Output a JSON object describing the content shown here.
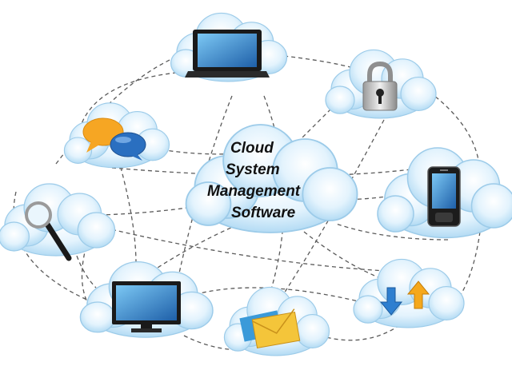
{
  "diagram": {
    "center_label_lines": [
      "Cloud",
      "System",
      "Management",
      "Software"
    ],
    "nodes": [
      {
        "id": "laptop",
        "icon": "laptop-icon"
      },
      {
        "id": "lock",
        "icon": "padlock-icon"
      },
      {
        "id": "chat",
        "icon": "chat-bubbles-icon"
      },
      {
        "id": "phone",
        "icon": "smartphone-icon"
      },
      {
        "id": "search",
        "icon": "magnifier-icon"
      },
      {
        "id": "monitor",
        "icon": "monitor-icon"
      },
      {
        "id": "mail",
        "icon": "envelope-icon"
      },
      {
        "id": "transfer",
        "icon": "up-down-arrows-icon"
      }
    ],
    "colors": {
      "cloud_fill": "#cfe9fa",
      "cloud_edge": "#9ccbe9",
      "connector": "#5a5a5a",
      "arrow_down": "#2e7fd0",
      "arrow_up": "#f5a81c",
      "envelope": "#f4c53a",
      "chat_orange": "#f6a623",
      "chat_blue": "#2a6fc0"
    }
  }
}
